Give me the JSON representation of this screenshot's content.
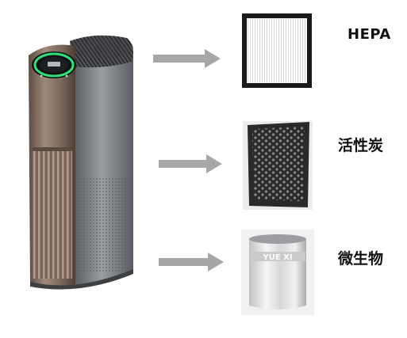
{
  "filters": [
    {
      "name": "HEPA"
    },
    {
      "name": "活性炭"
    },
    {
      "name": "微生物"
    }
  ],
  "filter_logo_text": "YUE XI",
  "colors": {
    "purifier_bronze": "#8a7566",
    "purifier_grey": "#7c7f83",
    "display_ring": "#2ee07a",
    "arrow": "#a7a7a7",
    "carbon_filter": "#2a2a2a"
  }
}
